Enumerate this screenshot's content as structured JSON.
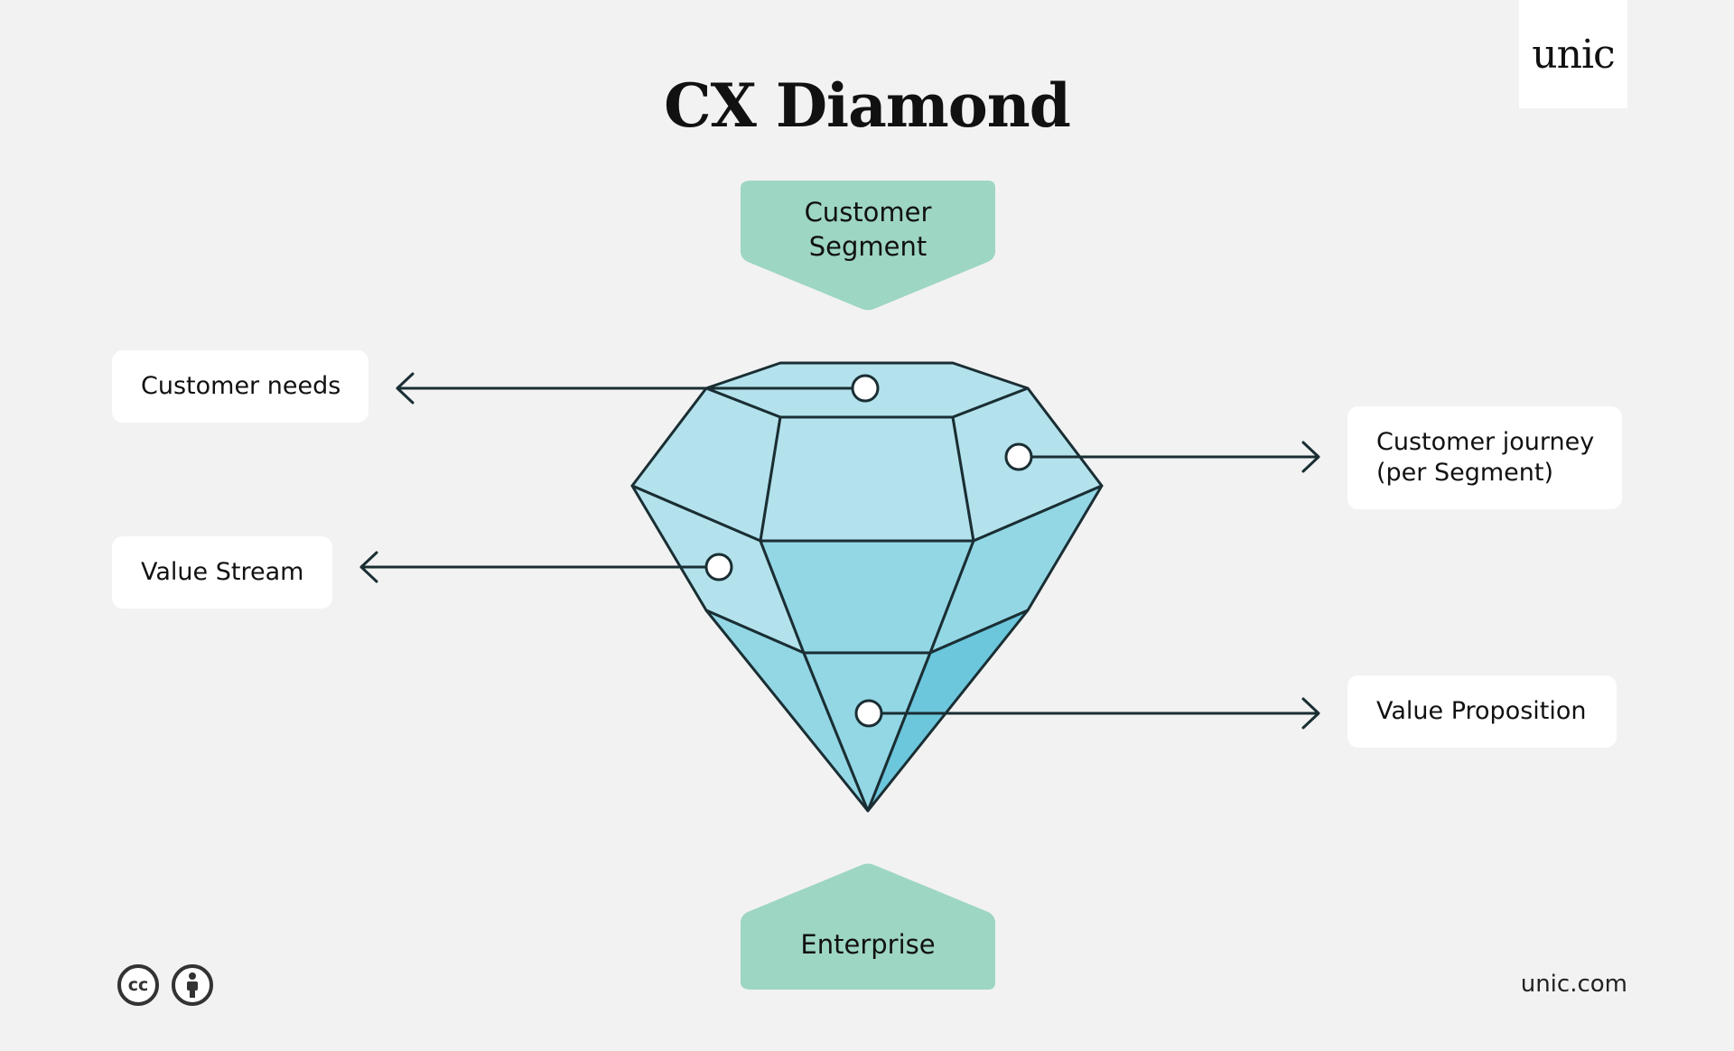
{
  "title": "CX Diamond",
  "logo": "unic",
  "top_badge": "Customer Segment",
  "bottom_badge": "Enterprise",
  "labels": {
    "customer_needs": "Customer needs",
    "value_stream": "Value Stream",
    "customer_journey_line1": "Customer journey",
    "customer_journey_line2": "(per Segment)",
    "value_proposition": "Value Proposition"
  },
  "footer_url": "unic.com",
  "license_icons": [
    "cc-icon",
    "attribution-icon"
  ],
  "colors": {
    "background": "#f2f2f2",
    "badge": "#9dd6c2",
    "diamond_light": "#b3e2ec",
    "diamond_mid": "#93d7e5",
    "diamond_dark": "#6cc7dc",
    "outline": "#1a2e33"
  }
}
